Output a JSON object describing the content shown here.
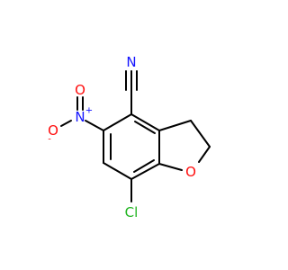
{
  "molecule": {
    "atoms": {
      "N_nitrile": {
        "label": "N",
        "color": "#1414ff"
      },
      "N_nitro": {
        "label": "N",
        "charge": "+",
        "color": "#1414ff"
      },
      "O_nitro_double": {
        "label": "O",
        "color": "#ff0d0d"
      },
      "O_nitro_single": {
        "label": "O",
        "charge": "-",
        "color": "#ff0d0d"
      },
      "O_ring": {
        "label": "O",
        "color": "#ff0d0d"
      },
      "Cl": {
        "label": "Cl",
        "color": "#1fb41f"
      }
    },
    "bond_color": "#000000"
  }
}
